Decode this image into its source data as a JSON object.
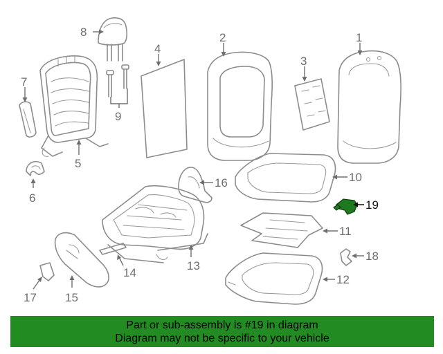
{
  "colors": {
    "banner_background": "#228b22",
    "banner_text": "#000000",
    "line_art": "#8c8c8c",
    "callout": "#6e6e6e",
    "highlight": "#1f7a1f"
  },
  "callouts": {
    "c1": "1",
    "c2": "2",
    "c3": "3",
    "c4": "4",
    "c5": "5",
    "c6": "6",
    "c7": "7",
    "c8": "8",
    "c9": "9",
    "c10": "10",
    "c11": "11",
    "c12": "12",
    "c13": "13",
    "c14": "14",
    "c15": "15",
    "c16": "16",
    "c17": "17",
    "c18": "18",
    "c19": "19"
  },
  "highlighted_part": "19",
  "banner": {
    "line1": "Part or sub-assembly is #19 in diagram",
    "line2": "Diagram may not be specific to your vehicle"
  }
}
